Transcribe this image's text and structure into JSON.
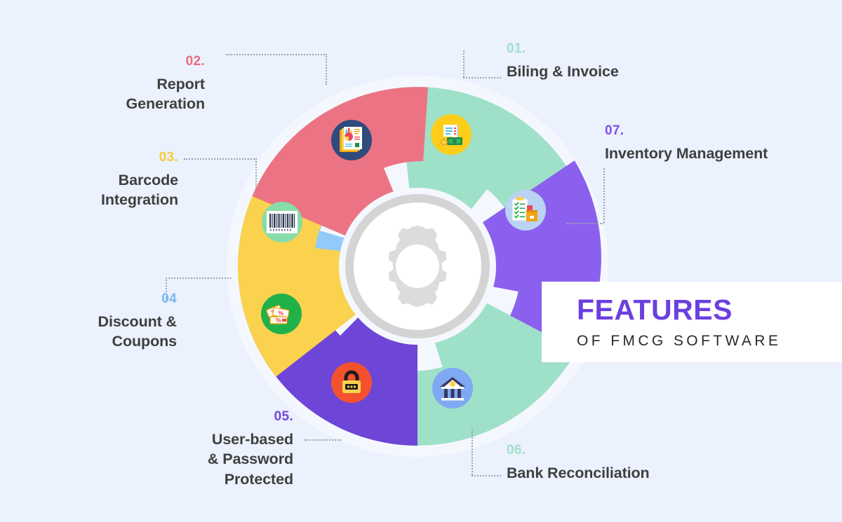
{
  "page": {
    "background_color": "#EBF1FD",
    "center_icon": "gear-icon"
  },
  "title_plate": {
    "headline": "FEATURES",
    "subhead": "OF FMCG SOFTWARE",
    "headline_color": "#6C3FE0",
    "subhead_color": "#2A2A2A",
    "plate_color": "#FFFFFF"
  },
  "features": [
    {
      "number": "01.",
      "title": "Biling & Invoice",
      "number_color": "#9FE0C8",
      "segment_color": "#9FE0C8",
      "icon": "invoice-icon",
      "icon_bg": "#FCCE19"
    },
    {
      "number": "02.",
      "title": "Report\nGeneration",
      "number_color": "#EC6B7E",
      "segment_color": "#EC7384",
      "icon": "report-chart-icon",
      "icon_bg": "#2F4A7C"
    },
    {
      "number": "03.",
      "title": "Barcode\nIntegration",
      "number_color": "#F8C93D",
      "segment_color": "#FBD24E",
      "icon": "barcode-icon",
      "icon_bg": "#86DDA9"
    },
    {
      "number": "04",
      "title": "Discount &\nCoupons",
      "number_color": "#79B9F2",
      "segment_color": "#92CBFA",
      "icon": "discount-coupon-icon",
      "icon_bg": "#21B14B"
    },
    {
      "number": "05.",
      "title": "User-based\n& Password\nProtected",
      "number_color": "#7645DC",
      "segment_color": "#6D46D7",
      "icon": "padlock-icon",
      "icon_bg": "#F4522E"
    },
    {
      "number": "06.",
      "title": "Bank Reconciliation",
      "number_color": "#9FE0C8",
      "segment_color": "#9FE0C8",
      "icon": "bank-building-icon",
      "icon_bg": "#7FA9F2"
    },
    {
      "number": "07.",
      "title": "Inventory Management",
      "number_color": "#8250E8",
      "segment_color": "#8C60EE",
      "icon": "inventory-clipboard-icon",
      "icon_bg": "#BBD3F2"
    }
  ]
}
